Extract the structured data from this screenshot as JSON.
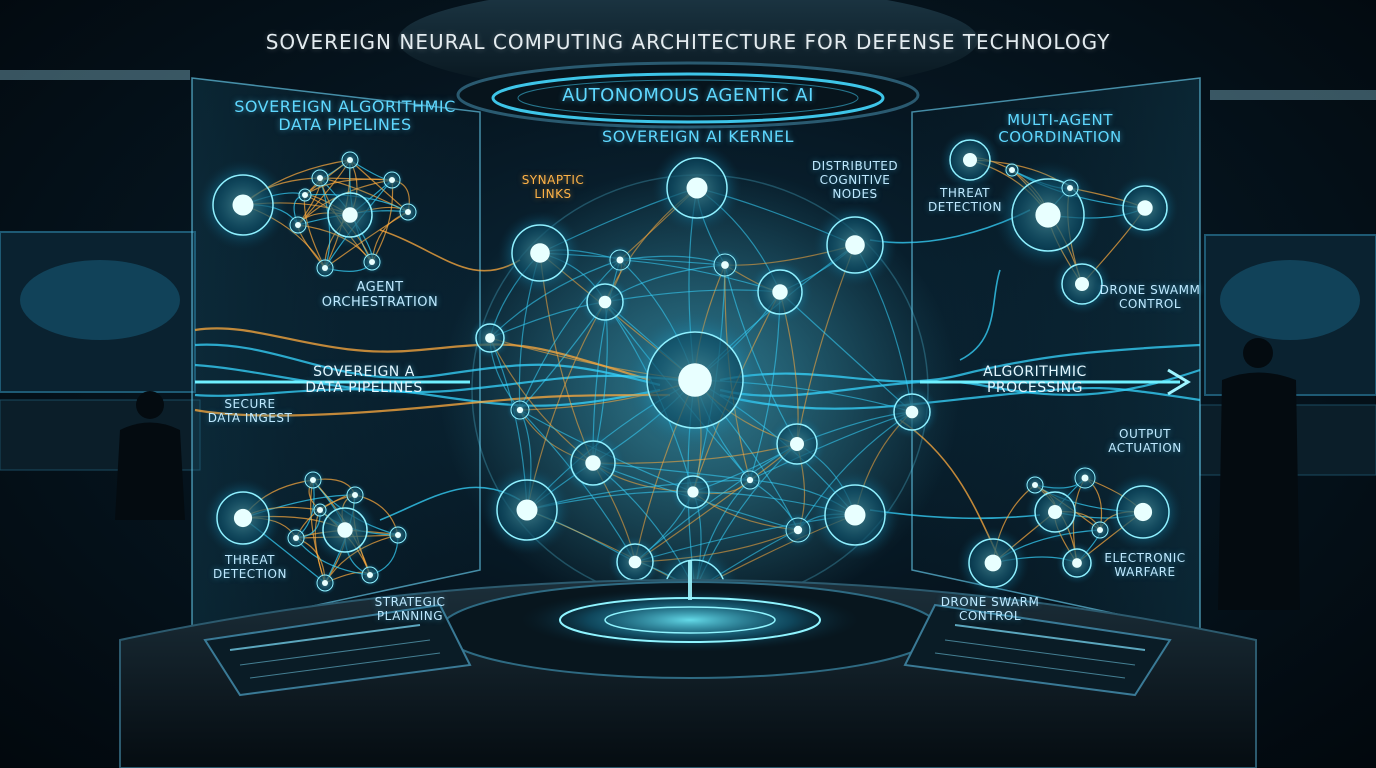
{
  "title": "SOVEREIGN NEURAL COMPUTING ARCHITECTURE FOR DEFENSE TECHNOLOGY",
  "top_banner": "AUTONOMOUS AGENTIC AI",
  "kernel": {
    "title": "SOVEREIGN AI KERNEL",
    "synaptic_links": "SYNAPTIC\nLINKS",
    "distributed_nodes": "DISTRIBUTED\nCOGNITIVE\nNODES"
  },
  "left_panel": {
    "title": "SOVEREIGN ALGORITHMIC\nDATA PIPELINES",
    "agent_orchestration": "AGENT\nORCHESTRATION",
    "pipeline_flow": "SOVEREIGN A\nDATA PIPELINES",
    "secure_ingest": "SECURE\nDATA INGEST",
    "threat_detection": "THREAT\nDETECTION",
    "strategic_planning": "STRATEGIC\nPLANNING"
  },
  "right_panel": {
    "title": "MULTI-AGENT\nCOORDINATION",
    "threat_detection": "THREAT\nDETECTION",
    "drone_swarm_top": "DRONE SWAMM\nCONTROL",
    "algorithmic_processing": "ALGORITHMIC\nPROCESSING",
    "output_actuation": "OUTPUT\nACTUATION",
    "electronic_warfare": "ELECTRONIC\nWARFARE",
    "drone_swarm_bottom": "DRONE SWARM\nCONTROL"
  },
  "colors": {
    "cyan": "#37d6ff",
    "gold": "#ffab3d",
    "background": "#061621"
  }
}
